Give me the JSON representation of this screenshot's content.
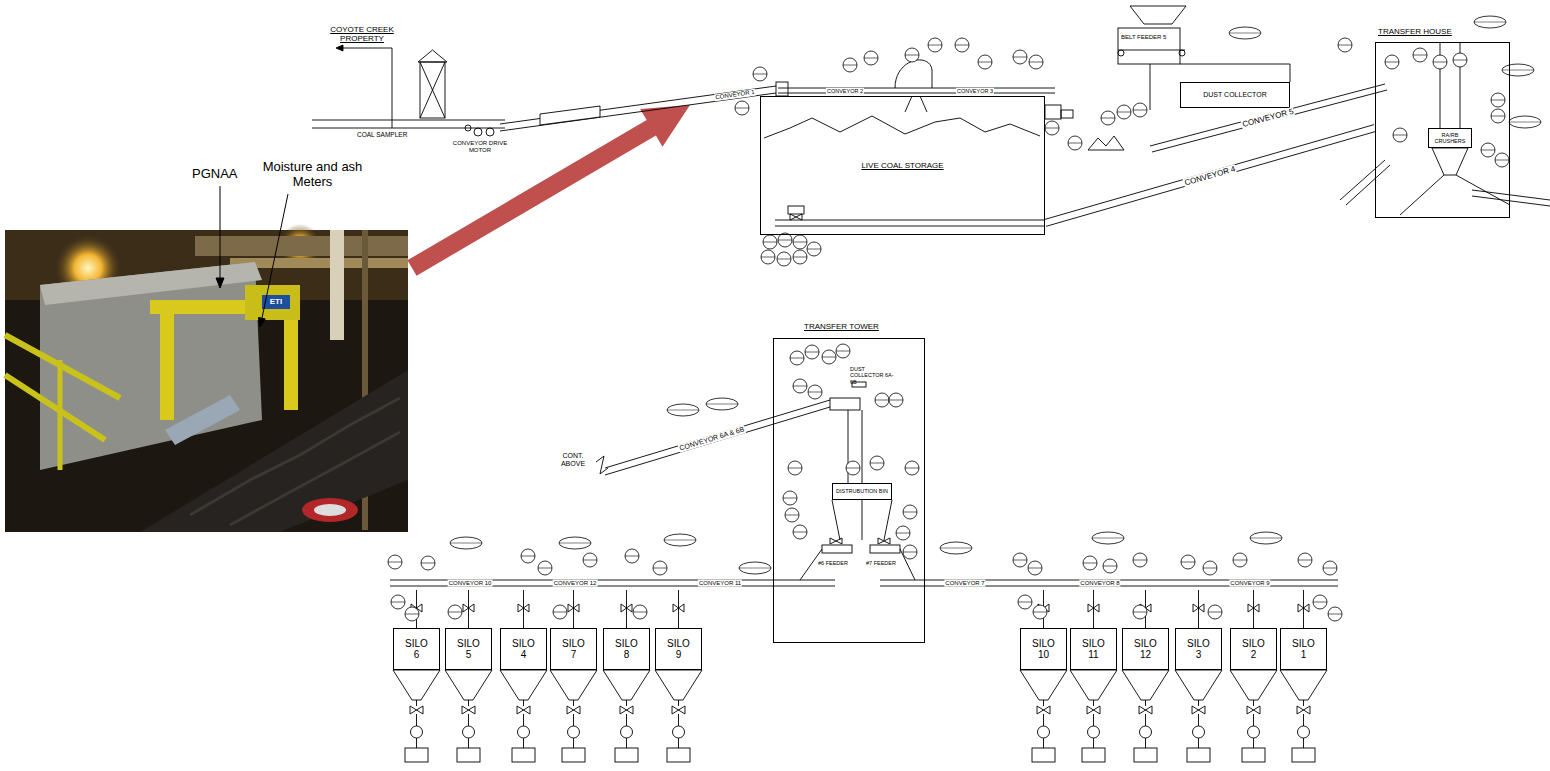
{
  "diagram": {
    "nodes": [
      {
        "text": [
          "LIVE COAL STORAGE"
        ]
      },
      {
        "text": [
          "DUST COLLECTOR"
        ]
      },
      {
        "text": [
          "TRANSFER HOUSE"
        ]
      },
      {
        "text": [
          "RA/RB CRUSHERS"
        ],
        "in": 2
      },
      {
        "text": [
          "TRANSFER TOWER"
        ]
      },
      {
        "text": [
          "DISTRUBUTION BIN"
        ],
        "in": 4
      },
      {
        "text": [
          "SILO 6"
        ]
      },
      {
        "text": [
          "SILO 5"
        ]
      },
      {
        "text": [
          "SILO 4"
        ]
      },
      {
        "text": [
          "SILO 7"
        ]
      },
      {
        "text": [
          "SILO 8"
        ]
      },
      {
        "text": [
          "SILO 9"
        ]
      },
      {
        "text": [
          "SILO 10"
        ]
      },
      {
        "text": [
          "SILO 11"
        ]
      },
      {
        "text": [
          "SILO 12"
        ]
      },
      {
        "text": [
          "SILO 3"
        ]
      },
      {
        "text": [
          "SILO 2"
        ]
      },
      {
        "text": [
          "SILO 1"
        ]
      }
    ],
    "edges": [
      {
        "from": 0,
        "to": 2,
        "arrow": "none",
        "label": "CONVEYOR 4"
      }
    ],
    "labels": [
      "COYOTE CREEK PROPERTY",
      "COAL SAMPLER",
      "CONVEYOR DRIVE MOTOR",
      "CONVEYOR 1",
      "CONVEYOR 2",
      "CONVEYOR 3",
      "BELT FEEDER 5",
      "CONVEYOR 5",
      "DUST COLLECTOR 6A-6B",
      "CONVEYOR 6A & 6B",
      "CONT. ABOVE",
      "#6 FEEDER",
      "#7 FEEDER",
      "CONVEYOR 11",
      "CONVEYOR 7",
      "CONVEYOR 10",
      "CONVEYOR 12",
      "CONVEYOR 8",
      "CONVEYOR 9",
      "PGNAA",
      "Moisture and ash Meters",
      "ETI"
    ]
  }
}
